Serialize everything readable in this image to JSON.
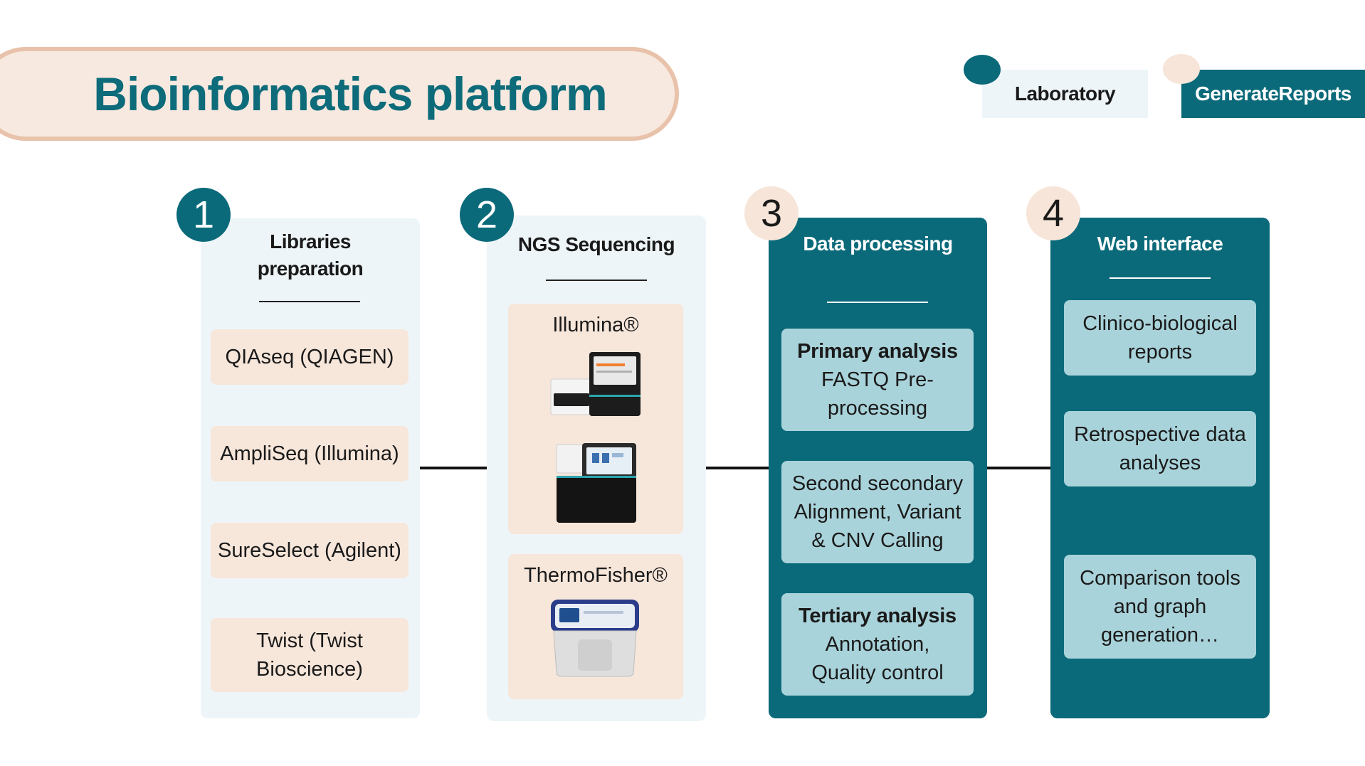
{
  "title": "Bioinformatics platform",
  "legend": {
    "laboratory": "Laboratory",
    "generate_reports": "GenerateReports"
  },
  "colors": {
    "teal": "#0b6a7a",
    "peach": "#f6e5d8",
    "light_blue_card": "#a9d3da",
    "light_panel": "#eef5f8"
  },
  "steps": [
    {
      "number": "1",
      "title_line1": "Libraries",
      "title_line2": "preparation",
      "items": [
        {
          "line1": "QIAseq (QIAGEN)"
        },
        {
          "line1": "AmpliSeq (Illumina)"
        },
        {
          "line1": "SureSelect (Agilent)"
        },
        {
          "line1": "Twist (Twist",
          "line2": "Bioscience)"
        }
      ]
    },
    {
      "number": "2",
      "title_line1": "NGS Sequencing",
      "items": [
        {
          "line1": "Illumina®",
          "icons": [
            "sequencer-icon",
            "sequencer-icon"
          ]
        },
        {
          "line1": "ThermoFisher®",
          "icons": [
            "sequencer-icon"
          ]
        }
      ]
    },
    {
      "number": "3",
      "title_line1": "Data processing",
      "items": [
        {
          "bold": "Primary analysis",
          "line1": "FASTQ Pre-",
          "line2": "processing"
        },
        {
          "line1": "Second secondary",
          "line2": "Alignment, Variant",
          "line3": "& CNV Calling"
        },
        {
          "bold": "Tertiary analysis",
          "line1": "Annotation,",
          "line2": "Quality control"
        }
      ]
    },
    {
      "number": "4",
      "title_line1": "Web interface",
      "items": [
        {
          "line1": "Clinico-biological",
          "line2": "reports"
        },
        {
          "line1": "Retrospective data",
          "line2": "analyses"
        },
        {
          "line1": "Comparison tools",
          "line2": "and graph",
          "line3": "generation…"
        }
      ]
    }
  ]
}
